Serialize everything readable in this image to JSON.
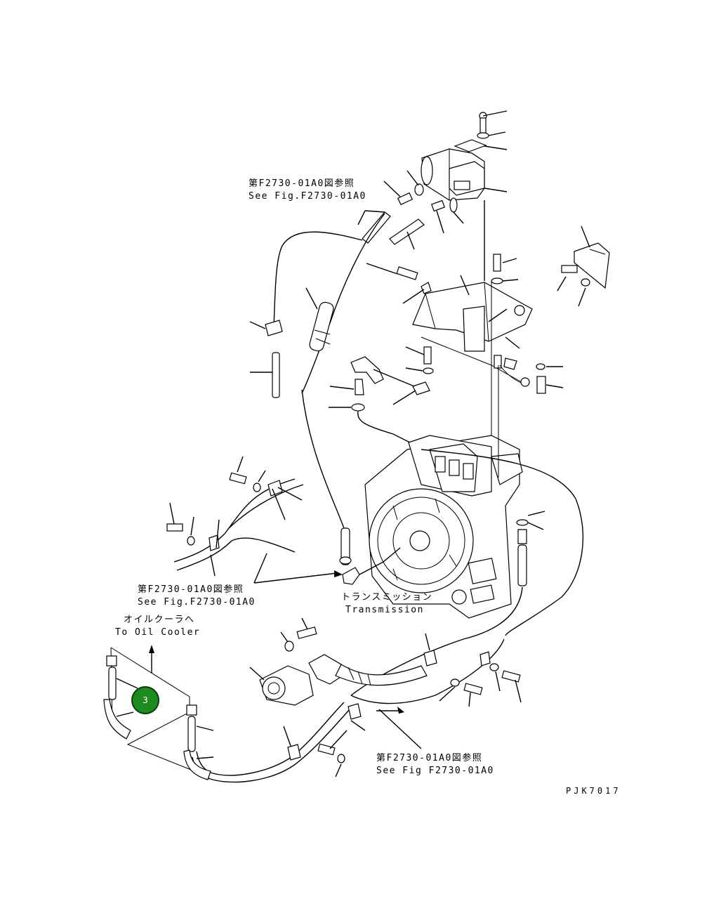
{
  "labels": {
    "ref_top_jp": "第F2730-01A0図参照",
    "ref_top_en": "See Fig.F2730-01A0",
    "ref_mid_jp": "第F2730-01A0図参照",
    "ref_mid_en": "See Fig.F2730-01A0",
    "ref_bot_jp": "第F2730-01A0図参照",
    "ref_bot_en": "See Fig F2730-01A0",
    "transmission_jp": "トランスミッション",
    "transmission_en": "Transmission",
    "oil_cooler_jp": "オイルクーラへ",
    "oil_cooler_en": "To Oil Cooler",
    "drawing_code": "PJK7017"
  },
  "callout": {
    "number": "3",
    "color": "#1f8a1f"
  }
}
